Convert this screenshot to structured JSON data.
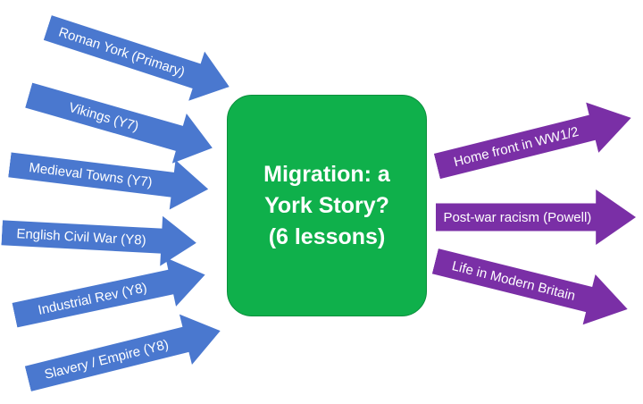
{
  "center": {
    "line1": "Migration: a",
    "line2": "York Story?",
    "line3": "(6 lessons)"
  },
  "inputs": [
    {
      "label": "Roman York (Primary)"
    },
    {
      "label": "Vikings (Y7)"
    },
    {
      "label": "Medieval Towns (Y7)"
    },
    {
      "label": "English Civil War (Y8)"
    },
    {
      "label": "Industrial Rev (Y8)"
    },
    {
      "label": "Slavery / Empire (Y8)"
    }
  ],
  "outputs": [
    {
      "label": "Home front in WW1/2"
    },
    {
      "label": "Post-war racism (Powell)"
    },
    {
      "label": "Life in Modern Britain"
    }
  ],
  "colors": {
    "input_arrow": "#4a78cf",
    "output_arrow": "#7a2fa6",
    "center_box": "#0fb04b",
    "text": "#ffffff"
  }
}
